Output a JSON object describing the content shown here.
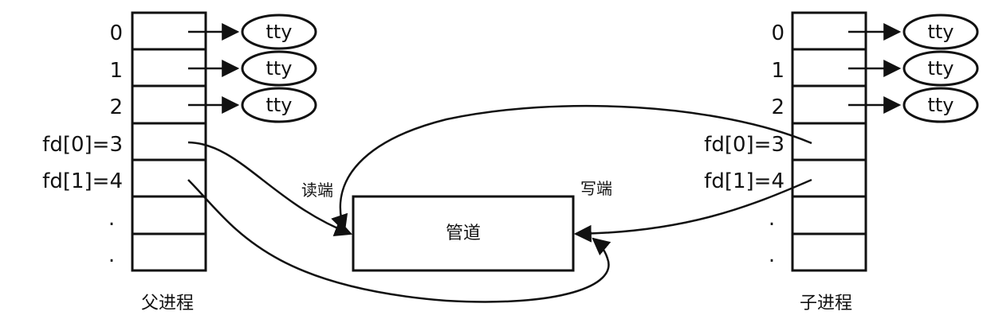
{
  "parent": {
    "row_labels": [
      "0",
      "1",
      "2",
      "fd[0]=3",
      "fd[1]=4",
      ".",
      "."
    ],
    "tty_labels": [
      "tty",
      "tty",
      "tty"
    ],
    "title": "父进程"
  },
  "child": {
    "row_labels": [
      "0",
      "1",
      "2",
      "fd[0]=3",
      "fd[1]=4",
      ".",
      "."
    ],
    "tty_labels": [
      "tty",
      "tty",
      "tty"
    ],
    "title": "子进程"
  },
  "pipe": {
    "label": "管道",
    "read_end_label": "读端",
    "write_end_label": "写端"
  },
  "colors": {
    "stroke": "#111111",
    "background": "#ffffff"
  }
}
